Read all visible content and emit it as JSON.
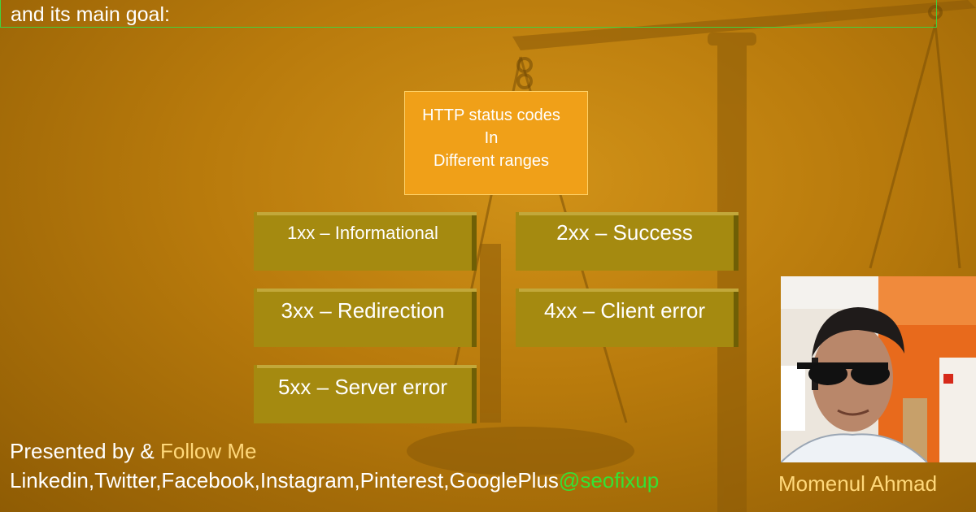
{
  "header": {
    "text": "and its main goal:"
  },
  "diagram": {
    "root": {
      "lines": [
        "HTTP status codes",
        "In",
        "Different ranges"
      ]
    },
    "nodes": [
      {
        "label": "1xx – Informational"
      },
      {
        "label": "2xx – Success"
      },
      {
        "label": "3xx – Redirection"
      },
      {
        "label": "4xx – Client error"
      },
      {
        "label": "5xx – Server error"
      }
    ]
  },
  "footer": {
    "presented_prefix": "Presented by & ",
    "follow_me": "Follow Me",
    "networks": "Linkedin,Twitter,Facebook,Instagram,Pinterest,GooglePlus",
    "handle": "@seofixup"
  },
  "presenter": {
    "name": "Momenul Ahmad"
  },
  "colors": {
    "background": "#b87a0c",
    "root_box": "#f0a018",
    "node_box": "#a58a10",
    "header_border": "#3fd33f",
    "handle": "#34e234",
    "highlight": "#ffd87a"
  },
  "icons": {
    "background_art": "balance-scale-icon",
    "photo": "presenter-photo"
  }
}
